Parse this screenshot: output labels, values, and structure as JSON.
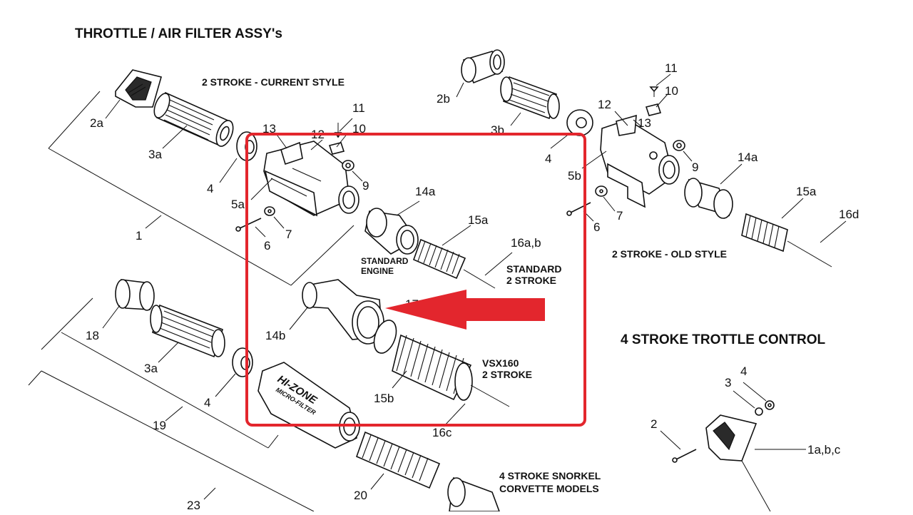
{
  "title": "THROTTLE / AIR FILTER ASSY's",
  "section_labels": {
    "two_stroke_current": "2 STROKE - CURRENT STYLE",
    "two_stroke_old": "2 STROKE - OLD STYLE",
    "standard_engine_1": "STANDARD",
    "standard_engine_2": "ENGINE",
    "standard_2stroke_1": "STANDARD",
    "standard_2stroke_2": "2 STROKE",
    "vsx160_1": "VSX160",
    "vsx160_2": "2 STROKE",
    "four_stroke_control": "4 STROKE TROTTLE CONTROL",
    "snorkel_1": "4 STROKE SNORKEL",
    "snorkel_2": "CORVETTE MODELS"
  },
  "filter_logo": {
    "line1": "HI-ZONE",
    "line2": "MICRO-FILTER"
  },
  "callouts": {
    "c_2a": "2a",
    "c_3a_top": "3a",
    "c_13_left": "13",
    "c_12_left": "12",
    "c_11_left": "11",
    "c_10_left": "10",
    "c_9_left": "9",
    "c_4_top": "4",
    "c_5a": "5a",
    "c_1": "1",
    "c_6_left": "6",
    "c_7_left": "7",
    "c_14a_mid": "14a",
    "c_15a_mid": "15a",
    "c_16ab": "16a,b",
    "c_2b": "2b",
    "c_3b": "3b",
    "c_4_mid": "4",
    "c_5b": "5b",
    "c_12_right": "12",
    "c_13_right": "13",
    "c_11_right": "11",
    "c_10_right": "10",
    "c_9_right": "9",
    "c_14a_right": "14a",
    "c_15a_right": "15a",
    "c_16d": "16d",
    "c_6_right": "6",
    "c_7_right": "7",
    "c_17": "17",
    "c_14b": "14b",
    "c_15b": "15b",
    "c_16c": "16c",
    "c_18": "18",
    "c_3a_bottom": "3a",
    "c_4_bottom": "4",
    "c_19": "19",
    "c_20": "20",
    "c_23": "23",
    "c_4_4s": "4",
    "c_3_4s": "3",
    "c_2_4s": "2",
    "c_1abc": "1a,b,c"
  },
  "colors": {
    "highlight": "#e3262d",
    "ink": "#111111",
    "background": "#ffffff"
  }
}
